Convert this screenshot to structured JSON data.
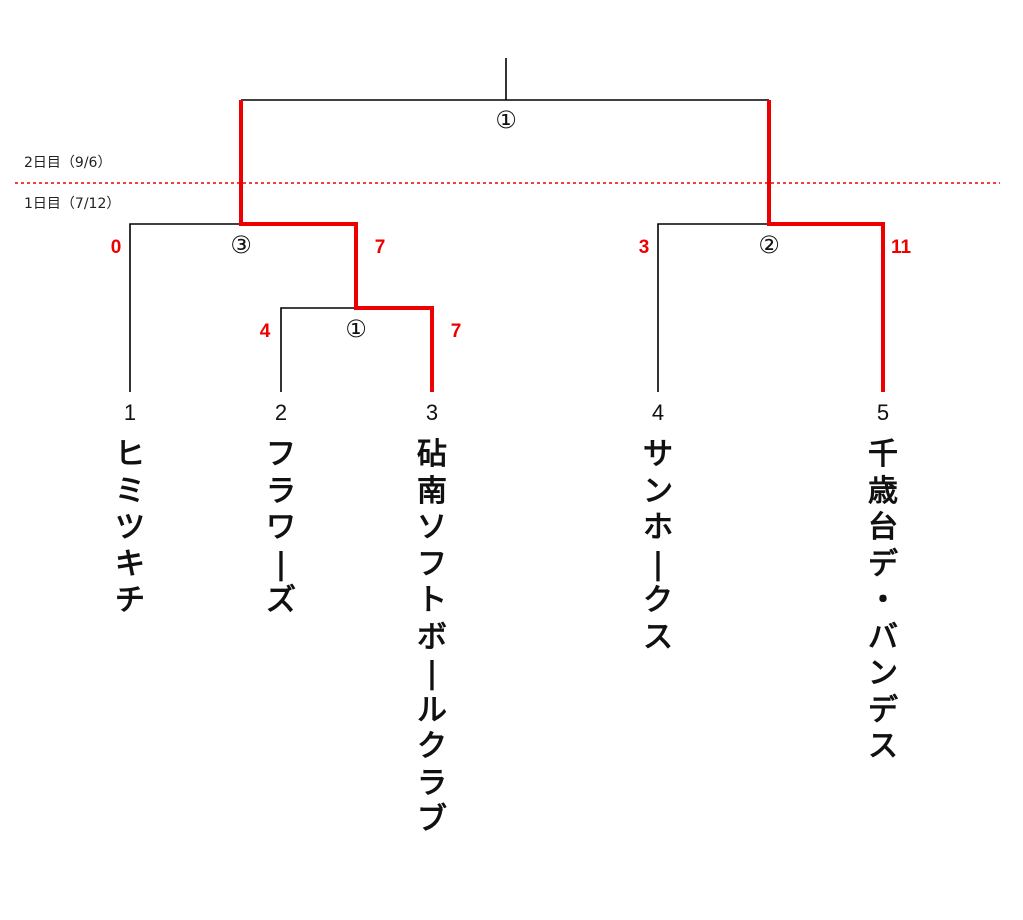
{
  "colors": {
    "line": "#000000",
    "winner": "#ee0000",
    "divider": "#ee0000",
    "score": "#ee0000"
  },
  "day_labels": {
    "day2": "2日目（9/6）",
    "day1": "1日目（7/12）"
  },
  "match_numbers": {
    "final": "①",
    "semi_left": "③",
    "semi_right": "②",
    "first_round": "①"
  },
  "scores": {
    "semi_left_a": "0",
    "semi_left_b": "7",
    "first_round_a": "4",
    "first_round_b": "7",
    "semi_right_a": "3",
    "semi_right_b": "11"
  },
  "teams": [
    {
      "seed": "1",
      "name": "ヒミツキチ"
    },
    {
      "seed": "2",
      "name": "フラワーズ"
    },
    {
      "seed": "3",
      "name": "砧南ソフトボールクラブ"
    },
    {
      "seed": "4",
      "name": "サンホークス"
    },
    {
      "seed": "5",
      "name": "千歳台デ・バンデス"
    }
  ]
}
